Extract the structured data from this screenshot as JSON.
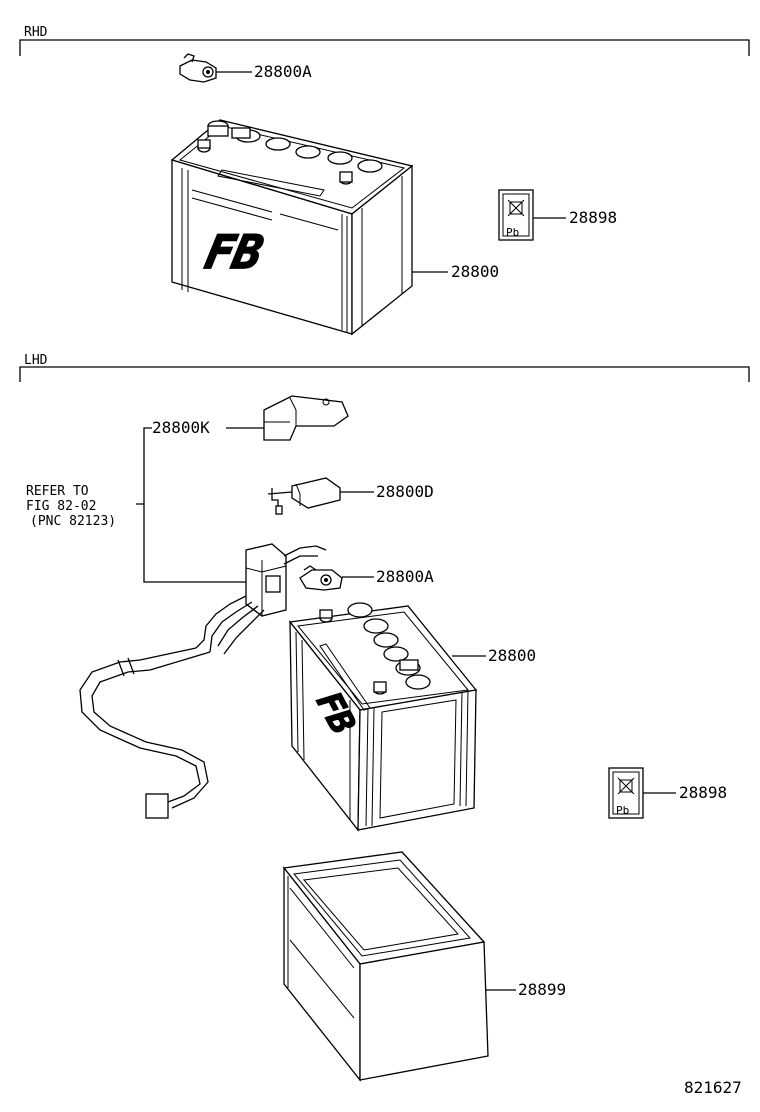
{
  "sections": {
    "rhd": "RHD",
    "lhd": "LHD"
  },
  "rhd_labels": {
    "terminal": "28800A",
    "battery": "28800",
    "label": "28898"
  },
  "lhd_labels": {
    "cover_k": "28800K",
    "cover_d": "28800D",
    "terminal": "28800A",
    "battery": "28800",
    "label": "28898",
    "tray": "28899"
  },
  "refer_note": {
    "line1": "REFER TO",
    "line2": "FIG 82-02",
    "line3": "(PNC 82123)"
  },
  "battery_logo": "FB",
  "label_symbol": "Pb",
  "figure_id": "821627"
}
